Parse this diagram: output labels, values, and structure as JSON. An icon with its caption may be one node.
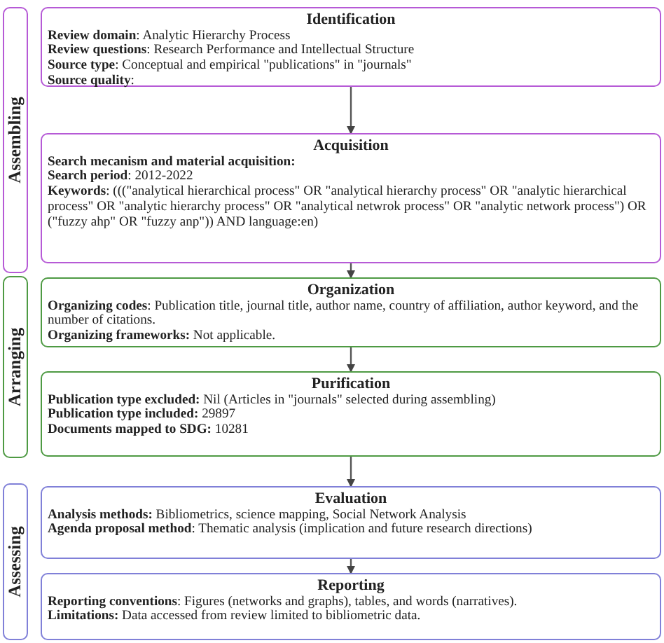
{
  "diagram": {
    "nodes": [
      {
        "text": [
          "Assembling"
        ]
      },
      {
        "text": [
          "Identification",
          "**Review domain**: Analytic Hierarchy Process",
          "**Review questions**: Research Performance and Intellectual Structure",
          "**Source type**: Conceptual and empirical \"publications\" in \"journals\"",
          "**Source quality**:"
        ]
      },
      {
        "text": [
          "Acquisition",
          "**Search mecanism and material acquisition:**",
          "**Search period**: 2012-2022",
          "**Keywords**: (((\"analytical hierarchical process\" OR \"analytical hierarchy process\" OR \"analytic hierarchical process\" OR \"analytic hierarchy process\" OR \"analytical netwrok process\" OR \"analytic network process\") OR (\"fuzzy ahp\" OR \"fuzzy anp\")) AND language:en)"
        ]
      },
      {
        "text": [
          "Arranging"
        ]
      },
      {
        "text": [
          "Organization",
          "**Organizing codes**: Publication title, journal title, author name, country of affiliation, author keyword, and the number of citations.",
          "**Organizing frameworks:** Not applicable."
        ]
      },
      {
        "text": [
          "Purification",
          "**Publication type excluded:** Nil (Articles in \"journals\" selected during assembling)",
          "**Publication type included:** 29897",
          "**Documents mapped to SDG:** 10281"
        ]
      },
      {
        "text": [
          "Assessing"
        ]
      },
      {
        "text": [
          "Evaluation",
          "**Analysis methods:** Bibliometrics, science mapping, Social Network Analysis",
          "**Agenda proposal method**: Thematic analysis (implication and future research directions)"
        ]
      },
      {
        "text": [
          "Reporting",
          "**Reporting conventions**: Figures (networks and graphs), tables, and words (narratives).",
          "**Limitations:** Data accessed from review limited to bibliometric data."
        ]
      }
    ],
    "edges": [
      {
        "from": 1,
        "to": 2,
        "arrow": "to"
      },
      {
        "from": 2,
        "to": 4,
        "arrow": "to"
      },
      {
        "from": 4,
        "to": 5,
        "arrow": "to"
      },
      {
        "from": 5,
        "to": 7,
        "arrow": "to"
      },
      {
        "from": 7,
        "to": 8,
        "arrow": "to"
      }
    ]
  }
}
